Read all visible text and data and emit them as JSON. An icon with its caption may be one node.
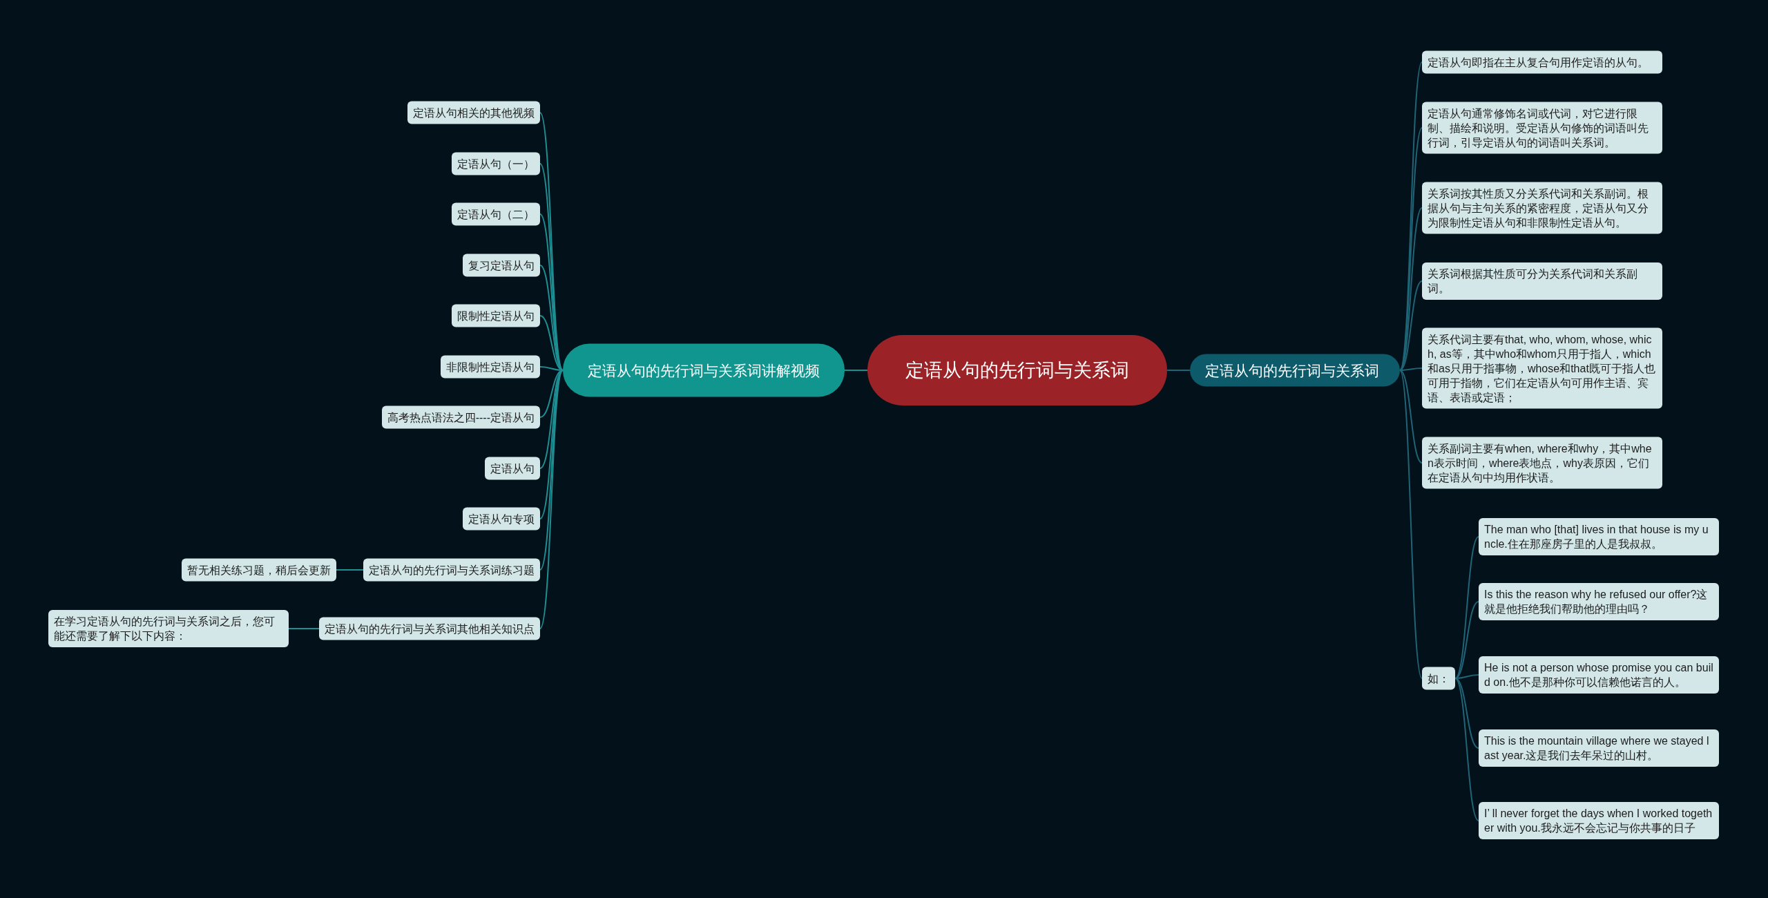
{
  "diagram": {
    "nodes": [
      {
        "text": [
          "定语从句的先行词与关系词"
        ]
      },
      {
        "text": [
          "定语从句的先行词与关系词讲解视频"
        ]
      },
      {
        "text": [
          "定语从句相关的其他视频"
        ]
      },
      {
        "text": [
          "定语从句（一）"
        ]
      },
      {
        "text": [
          "定语从句（二）"
        ]
      },
      {
        "text": [
          "复习定语从句"
        ]
      },
      {
        "text": [
          "限制性定语从句"
        ]
      },
      {
        "text": [
          "非限制性定语从句"
        ]
      },
      {
        "text": [
          "高考热点语法之四----定语从句"
        ]
      },
      {
        "text": [
          "定语从句"
        ]
      },
      {
        "text": [
          "定语从句专项"
        ]
      },
      {
        "text": [
          "定语从句的先行词与关系词练习题"
        ]
      },
      {
        "text": [
          "暂无相关练习题，稍后会更新"
        ]
      },
      {
        "text": [
          "定语从句的先行词与关系词其他相关知识点"
        ]
      },
      {
        "text": [
          "在学习定语从句的先行词与关系词之后，您可能还需要了解下以下内容："
        ]
      },
      {
        "text": [
          "定语从句的先行词与关系词"
        ]
      },
      {
        "text": [
          "定语从句即指在主从复合句用作定语的从句。"
        ]
      },
      {
        "text": [
          "定语从句通常修饰名词或代词，对它进行限制、描绘和说明。受定语从句修饰的词语叫先行词，引导定语从句的词语叫关系词。"
        ]
      },
      {
        "text": [
          "关系词按其性质又分关系代词和关系副词。根据从句与主句关系的紧密程度，定语从句又分为限制性定语从句和非限制性定语从句。"
        ]
      },
      {
        "text": [
          "关系词根据其性质可分为关系代词和关系副词。"
        ]
      },
      {
        "text": [
          "关系代词主要有that, who, whom, whose, which, as等，其中who和whom只用于指人，which和as只用于指事物，whose和that既可于指人也可用于指物，它们在定语从句可用作主语、宾语、表语或定语；"
        ]
      },
      {
        "text": [
          "关系副词主要有when, where和why，其中when表示时间，where表地点，why表原因，它们在定语从句中均用作状语。"
        ]
      },
      {
        "text": [
          "如："
        ]
      },
      {
        "text": [
          "The man who [that] lives in that house is my uncle.住在那座房子里的人是我叔叔。"
        ]
      },
      {
        "text": [
          "Is this the reason why he refused our offer?这就是他拒绝我们帮助他的理由吗？"
        ]
      },
      {
        "text": [
          "He is not a person whose promise you can build on.他不是那种你可以信赖他诺言的人。"
        ]
      },
      {
        "text": [
          "This is the mountain village where we stayed last year.这是我们去年呆过的山村。"
        ]
      },
      {
        "text": [
          "I’ ll never forget the days when I worked together with you.我永远不会忘记与你共事的日子"
        ]
      }
    ],
    "edges": [
      {
        "from": 0,
        "to": 1,
        "arrow": "none"
      },
      {
        "from": 0,
        "to": 15,
        "arrow": "none",
        "color": "#1f6577"
      },
      {
        "from": 1,
        "to": 2,
        "arrow": "none"
      },
      {
        "from": 1,
        "to": 3,
        "arrow": "none"
      },
      {
        "from": 1,
        "to": 4,
        "arrow": "none"
      },
      {
        "from": 1,
        "to": 5,
        "arrow": "none"
      },
      {
        "from": 1,
        "to": 6,
        "arrow": "none"
      },
      {
        "from": 1,
        "to": 7,
        "arrow": "none"
      },
      {
        "from": 1,
        "to": 8,
        "arrow": "none"
      },
      {
        "from": 1,
        "to": 9,
        "arrow": "none"
      },
      {
        "from": 1,
        "to": 10,
        "arrow": "none"
      },
      {
        "from": 1,
        "to": 11,
        "arrow": "none"
      },
      {
        "from": 1,
        "to": 13,
        "arrow": "none"
      },
      {
        "from": 11,
        "to": 12,
        "arrow": "none"
      },
      {
        "from": 13,
        "to": 14,
        "arrow": "none"
      },
      {
        "from": 15,
        "to": 16,
        "arrow": "none",
        "color": "#1f6577"
      },
      {
        "from": 15,
        "to": 17,
        "arrow": "none",
        "color": "#1f6577"
      },
      {
        "from": 15,
        "to": 18,
        "arrow": "none",
        "color": "#1f6577"
      },
      {
        "from": 15,
        "to": 19,
        "arrow": "none",
        "color": "#1f6577"
      },
      {
        "from": 15,
        "to": 20,
        "arrow": "none",
        "color": "#1f6577"
      },
      {
        "from": 15,
        "to": 21,
        "arrow": "none",
        "color": "#1f6577"
      },
      {
        "from": 15,
        "to": 22,
        "arrow": "none",
        "color": "#1f6577"
      },
      {
        "from": 22,
        "to": 23,
        "arrow": "none",
        "color": "#1f6577"
      },
      {
        "from": 22,
        "to": 24,
        "arrow": "none",
        "color": "#1f6577"
      },
      {
        "from": 22,
        "to": 25,
        "arrow": "none",
        "color": "#1f6577"
      },
      {
        "from": 22,
        "to": 26,
        "arrow": "none",
        "color": "#1f6577"
      },
      {
        "from": 22,
        "to": 27,
        "arrow": "none",
        "color": "#1f6577"
      }
    ]
  }
}
